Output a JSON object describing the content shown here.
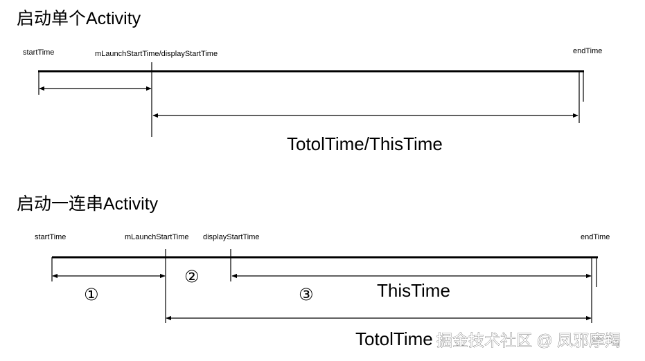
{
  "sections": {
    "single": {
      "title": "启动单个Activity",
      "labels": {
        "start": "startTime",
        "launch": "mLaunchStartTime/displayStartTime",
        "end": "endTime"
      },
      "span_label": "TotolTime/ThisTime"
    },
    "chain": {
      "title": "启动一连串Activity",
      "labels": {
        "start": "startTime",
        "launch": "mLaunchStartTime",
        "display": "displayStartTime",
        "end": "endTime"
      },
      "segments": {
        "one": "①",
        "two": "②",
        "three": "③"
      },
      "this_time_label": "ThisTime",
      "total_time_label": "TotolTime"
    }
  },
  "watermark": "掘金技术社区 @ 凤邪摩羯"
}
